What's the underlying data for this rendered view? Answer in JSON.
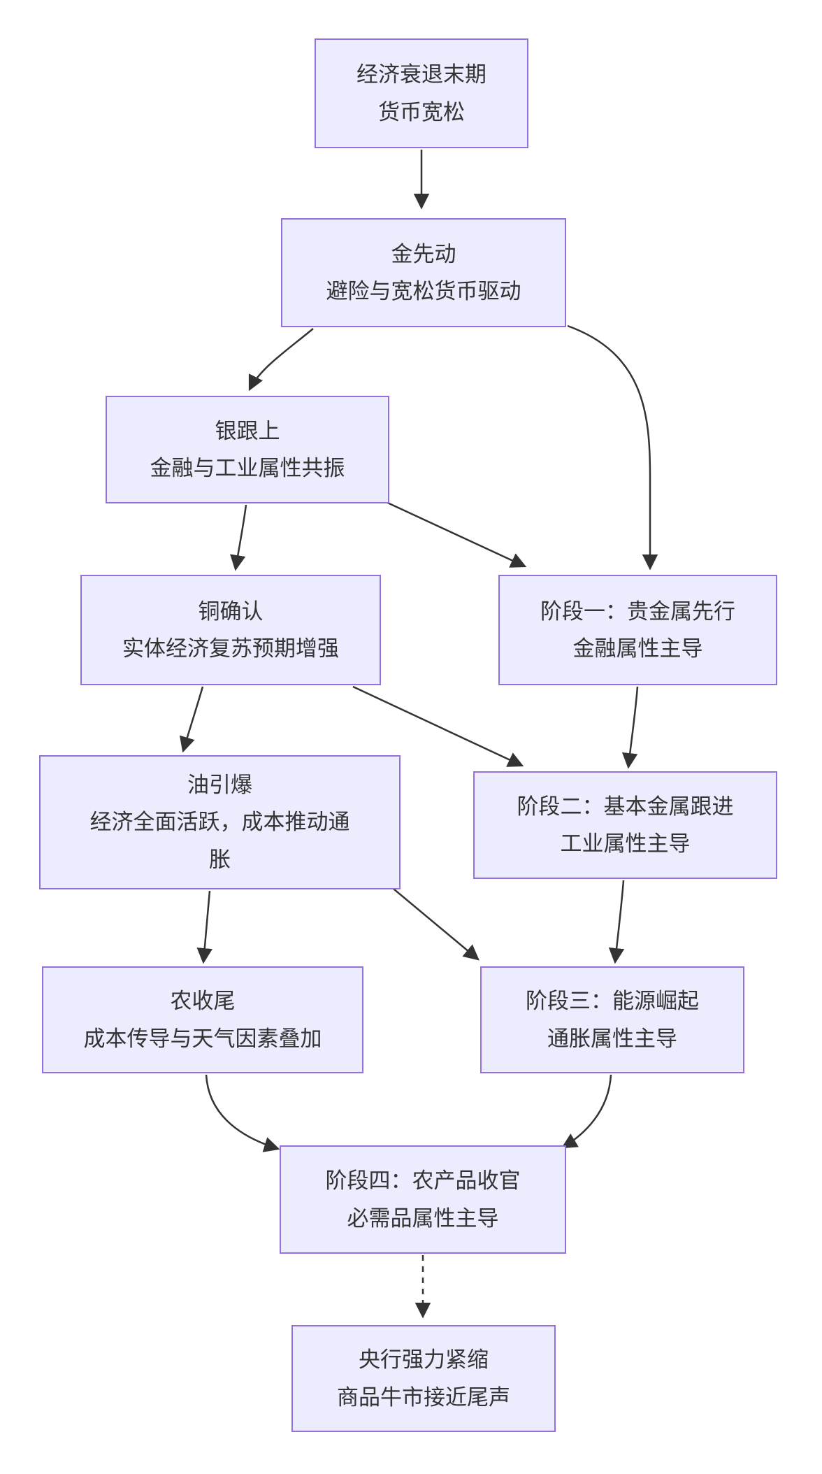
{
  "diagram": {
    "type": "flowchart",
    "direction": "top-down",
    "colors": {
      "node_fill": "#ECECFF",
      "node_border": "#9370DB",
      "text": "#333333",
      "arrow": "#333333",
      "background": "#FFFFFF"
    }
  },
  "nodes": {
    "recession_easing": {
      "line1": "经济衰退末期",
      "line2": "货币宽松"
    },
    "gold_first": {
      "line1": "金先动",
      "line2": "避险与宽松货币驱动"
    },
    "silver_follows": {
      "line1": "银跟上",
      "line2": "金融与工业属性共振"
    },
    "copper_confirms": {
      "line1": "铜确认",
      "line2": "实体经济复苏预期增强"
    },
    "stage1": {
      "line1": "阶段一：贵金属先行",
      "line2": "金融属性主导"
    },
    "oil_ignites": {
      "line1": "油引爆",
      "line2": "经济全面活跃，成本推动通",
      "line3": "胀"
    },
    "stage2": {
      "line1": "阶段二：基本金属跟进",
      "line2": "工业属性主导"
    },
    "agri_tail": {
      "line1": "农收尾",
      "line2": "成本传导与天气因素叠加"
    },
    "stage3": {
      "line1": "阶段三：能源崛起",
      "line2": "通胀属性主导"
    },
    "stage4": {
      "line1": "阶段四：农产品收官",
      "line2": "必需品属性主导"
    },
    "tightening_end": {
      "line1": "央行强力紧缩",
      "line2": "商品牛市接近尾声"
    }
  },
  "edges": [
    {
      "from": "recession_easing",
      "to": "gold_first",
      "style": "solid"
    },
    {
      "from": "gold_first",
      "to": "silver_follows",
      "style": "solid"
    },
    {
      "from": "gold_first",
      "to": "stage1",
      "style": "solid"
    },
    {
      "from": "silver_follows",
      "to": "copper_confirms",
      "style": "solid"
    },
    {
      "from": "silver_follows",
      "to": "stage1",
      "style": "solid"
    },
    {
      "from": "copper_confirms",
      "to": "oil_ignites",
      "style": "solid"
    },
    {
      "from": "copper_confirms",
      "to": "stage2",
      "style": "solid"
    },
    {
      "from": "stage1",
      "to": "stage2",
      "style": "solid"
    },
    {
      "from": "oil_ignites",
      "to": "agri_tail",
      "style": "solid"
    },
    {
      "from": "oil_ignites",
      "to": "stage3",
      "style": "solid"
    },
    {
      "from": "stage2",
      "to": "stage3",
      "style": "solid"
    },
    {
      "from": "agri_tail",
      "to": "stage4",
      "style": "solid"
    },
    {
      "from": "stage3",
      "to": "stage4",
      "style": "solid"
    },
    {
      "from": "stage4",
      "to": "tightening_end",
      "style": "dashed"
    }
  ]
}
